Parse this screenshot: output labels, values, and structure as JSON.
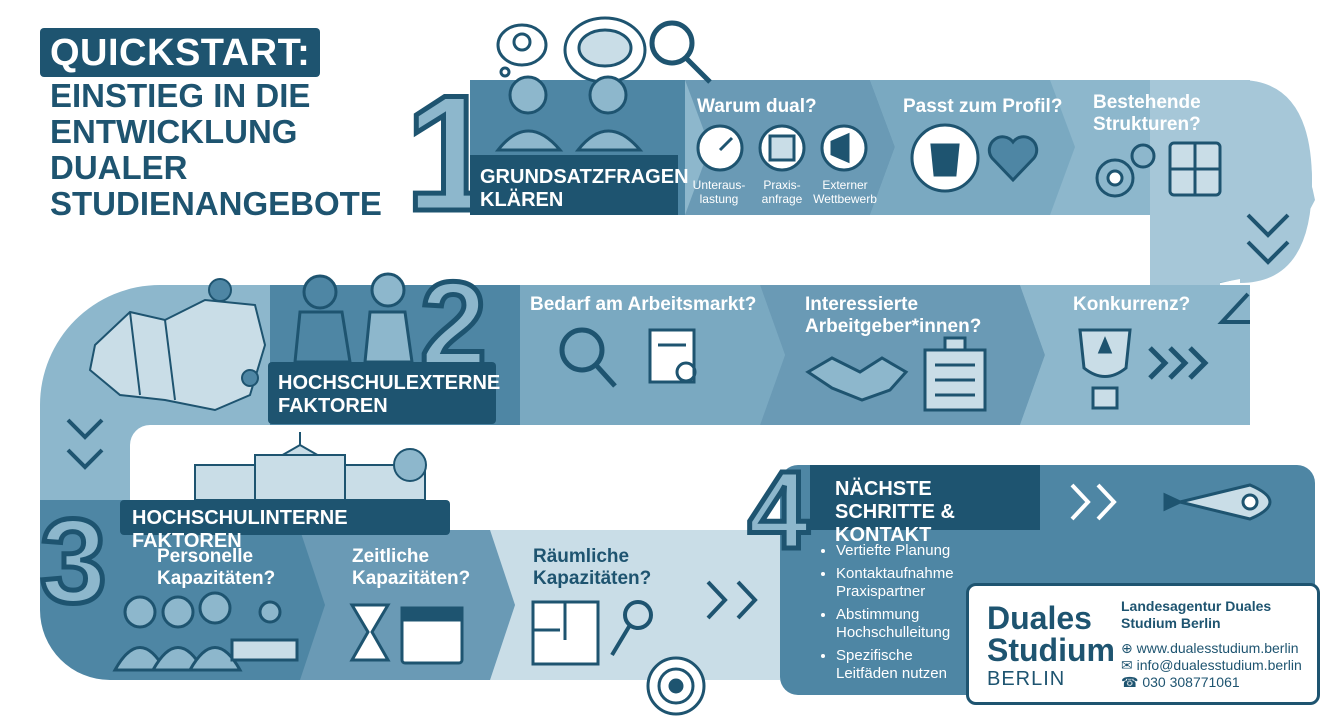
{
  "title": "QUICKSTART:",
  "subtitle": "EINSTIEG IN DIE ENTWICKLUNG DUALER STUDIENANGEBOTE",
  "steps": {
    "one": {
      "number": "1",
      "label": "GRUNDSATZFRAGEN KLÄREN",
      "q1": "Warum dual?",
      "q2": "Passt zum Profil?",
      "q3": "Bestehende Strukturen?",
      "icon1": "Unteraus-lastung",
      "icon2": "Praxis-anfrage",
      "icon3": "Externer Wettbewerb"
    },
    "two": {
      "number": "2",
      "label": "HOCHSCHULEXTERNE FAKTOREN",
      "q1": "Bedarf am Arbeitsmarkt?",
      "q2": "Interessierte Arbeitgeber*innen?",
      "q3": "Konkurrenz?"
    },
    "three": {
      "number": "3",
      "label": "HOCHSCHULINTERNE FAKTOREN",
      "q1": "Personelle Kapazitäten?",
      "q2": "Zeitliche Kapazitäten?",
      "q3": "Räumliche Kapazitäten?"
    },
    "four": {
      "number": "4",
      "label": "NÄCHSTE SCHRITTE & KONTAKT",
      "bullets": [
        "Vertiefte Planung",
        "Kontaktaufnahme Praxispartner",
        "Abstimmung Hochschulleitung",
        "Spezifische Leitfäden nutzen"
      ]
    }
  },
  "contact": {
    "brand_line1": "Duales",
    "brand_line2": "Studium",
    "brand_line3": "BERLIN",
    "agency": "Landesagentur Duales Studium Berlin",
    "web": "www.dualesstudium.berlin",
    "email": "info@dualesstudium.berlin",
    "phone": "030 308771061"
  },
  "colors": {
    "dark": "#1e5470",
    "mid": "#4e86a4",
    "light": "#8db7cc",
    "pale": "#c9dde7"
  },
  "icons": [
    "lightbulb-icon",
    "brain-icon",
    "magnifier-icon",
    "gauge-icon",
    "document-icon",
    "megaphone-icon",
    "berlin-bear-icon",
    "heart-icon",
    "gears-icon",
    "puzzle-icon",
    "map-icon",
    "handshake-icon",
    "building-icon",
    "trophy-icon",
    "university-icon",
    "people-icon",
    "hourglass-icon",
    "calendar-icon",
    "floorplan-icon",
    "key-icon",
    "target-icon",
    "rocket-icon",
    "globe-icon",
    "mail-icon",
    "phone-icon"
  ]
}
